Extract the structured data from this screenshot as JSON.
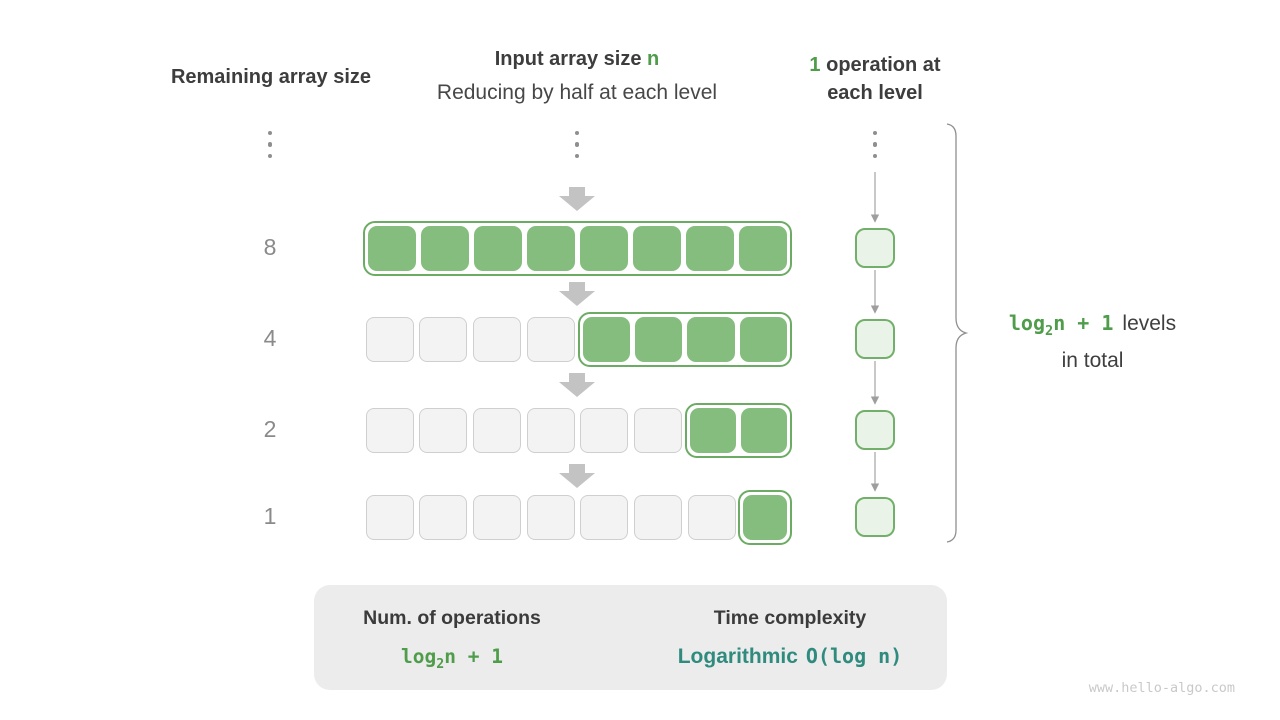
{
  "headers": {
    "left": "Remaining array size",
    "center_title_prefix": "Input array size ",
    "center_title_highlight": "n",
    "center_subtitle": "Reducing by half at each level",
    "right_highlight": "1",
    "right_line1_rest": " operation at",
    "right_line2": "each level"
  },
  "rows": [
    {
      "label": "8",
      "total": 8,
      "active": 8
    },
    {
      "label": "4",
      "total": 8,
      "active": 4
    },
    {
      "label": "2",
      "total": 8,
      "active": 2
    },
    {
      "label": "1",
      "total": 8,
      "active": 1
    }
  ],
  "ops_column": {
    "count": 4,
    "operations_per_level": 1
  },
  "brace_label": {
    "formula_log": "log",
    "formula_sub": "2",
    "formula_rest": "n + 1",
    "line1_text": "levels",
    "line2_text": "in total"
  },
  "summary": {
    "left_title": "Num. of operations",
    "left_formula_log": "log",
    "left_formula_sub": "2",
    "left_formula_rest": "n + 1",
    "right_title": "Time complexity",
    "right_value_word": "Logarithmic",
    "right_value_notation": "O(log n)"
  },
  "watermark": "www.hello-algo.com",
  "colors": {
    "accent_green": "#4f9d4a",
    "cell_green": "#85bd7e",
    "group_border_green": "#6cab63",
    "op_fill": "#eaf3e7",
    "op_border": "#72af6a",
    "gray_cell_fill": "#f3f3f3",
    "gray_cell_border": "#cfcfcf",
    "teal": "#2f8b7e",
    "summary_bg": "#ececec",
    "arrow_gray": "#c3c3c3",
    "text_dark": "#3d3d3d"
  }
}
